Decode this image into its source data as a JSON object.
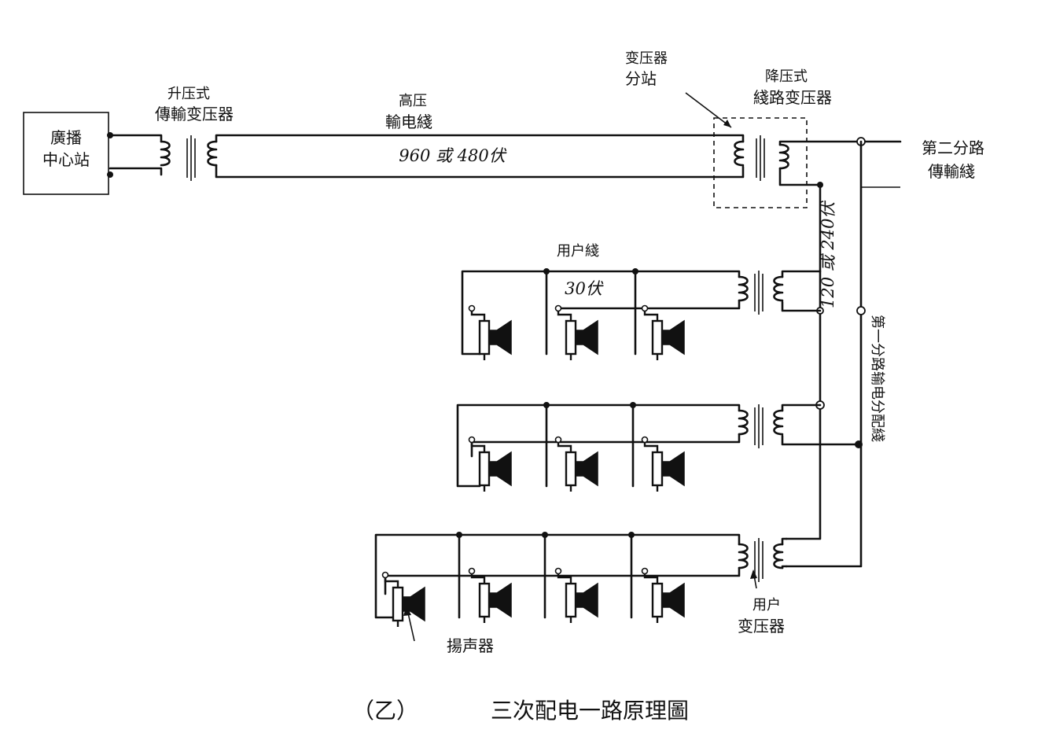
{
  "labels": {
    "broadcast_center": [
      "廣播",
      "中心站"
    ],
    "step_up_transformer": [
      "升压式",
      "傳輸变压器"
    ],
    "hv_line": [
      "高压",
      "輸电綫"
    ],
    "hv_voltage": "960 或 480伏",
    "substation": [
      "变压器",
      "分站"
    ],
    "step_down_transformer": [
      "降压式",
      "綫路变压器"
    ],
    "second_branch": [
      "第二分路",
      "傳輸綫"
    ],
    "branch_voltage": "120 或 240伏",
    "user_line": "用户綫",
    "user_voltage": "30伏",
    "first_branch": "第一分路输电分配綫",
    "user_transformer": [
      "用户",
      "变压器"
    ],
    "speaker": "揚声器"
  },
  "caption": {
    "tag": "（乙）",
    "title": "三次配电一路原理圖"
  }
}
